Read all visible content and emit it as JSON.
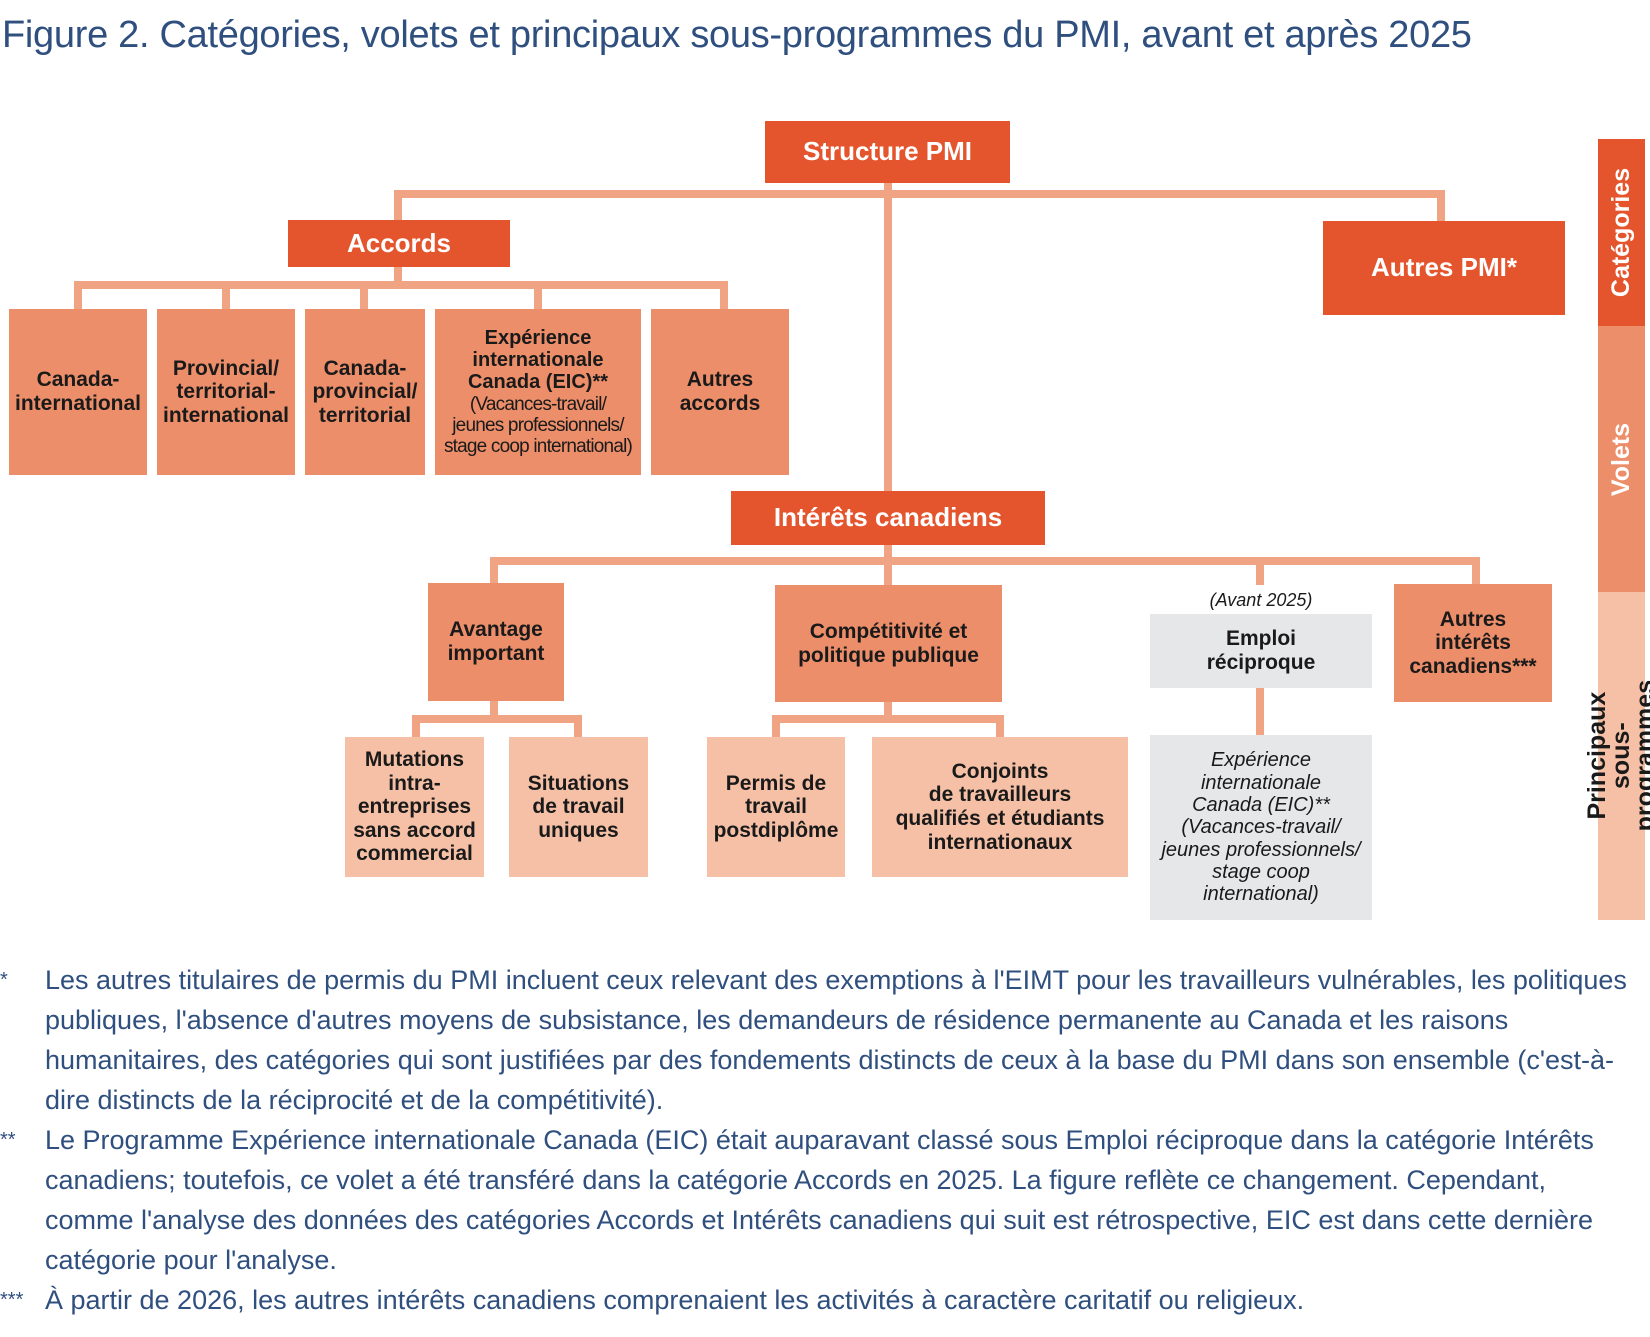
{
  "title": "Figure 2. Catégories, volets et principaux sous-programmes du PMI, avant et après 2025",
  "colors": {
    "categorie": "#e5552d",
    "volet": "#ec8e69",
    "sous_programme": "#f5c0a5",
    "avant_2025": "#e6e7e8",
    "connector": "#f1a483",
    "text_blue": "#2f4f7f"
  },
  "root": "Structure PMI",
  "categories": {
    "accords": "Accords",
    "autres_pmi": "Autres PMI*",
    "interets": "Intérêts canadiens"
  },
  "accords_volets": [
    "Canada-\ninternational",
    "Provincial/\nterritorial-\ninternational",
    "Canada-\nprovincial/\nterritorial",
    "Autres\naccords"
  ],
  "eic_accords": {
    "main": "Expérience\ninternationale\nCanada (EIC)**",
    "detail": "(Vacances-travail/\njeunes professionnels/\nstage coop international)"
  },
  "interets_volets": {
    "avantage": "Avantage\nimportant",
    "competitivite": "Compétitivité et\npolitique publique",
    "emploi": "Emploi\nréciproque",
    "autres": "Autres\nintérêts\ncanadiens***"
  },
  "avant_label": "(Avant 2025)",
  "sous_programmes": {
    "mutations": "Mutations\nintra-\nentreprises\nsans accord\ncommercial",
    "situations": "Situations\nde travail\nuniques",
    "permis": "Permis de\ntravail\npostdiplôme",
    "conjoints": "Conjoints\nde travailleurs\nqualifiés et étudiants\ninternationaux",
    "eic_old": "Expérience\ninternationale\nCanada (EIC)**\n(Vacances-travail/\njeunes professionnels/\nstage coop\ninternational)"
  },
  "legend": {
    "categories": "Catégories",
    "volets": "Volets",
    "principaux": "Principaux\nsous-programmes"
  },
  "footnotes": [
    {
      "mark": "*",
      "text": "Les autres titulaires de permis du PMI incluent ceux relevant des exemptions à l'EIMT pour les travailleurs vulnérables, les politiques publiques, l'absence d'autres moyens de subsistance, les demandeurs de résidence permanente au Canada et les raisons humanitaires, des catégories qui sont justifiées par des fondements distincts de ceux à la base du PMI dans son ensemble (c'est-à-dire distincts de la réciprocité et de la compétitivité)."
    },
    {
      "mark": "**",
      "text": "Le Programme Expérience internationale Canada (EIC) était auparavant classé sous Emploi réciproque dans la catégorie Intérêts canadiens; toutefois, ce volet a été transféré dans la catégorie Accords en 2025. La figure reflète ce changement. Cependant, comme l'analyse des données des catégories Accords et Intérêts canadiens qui suit est rétrospective, EIC est dans cette dernière catégorie pour l'analyse."
    },
    {
      "mark": "***",
      "text": "À partir de 2026, les autres intérêts canadiens comprenaient les activités à caractère caritatif ou religieux."
    }
  ]
}
